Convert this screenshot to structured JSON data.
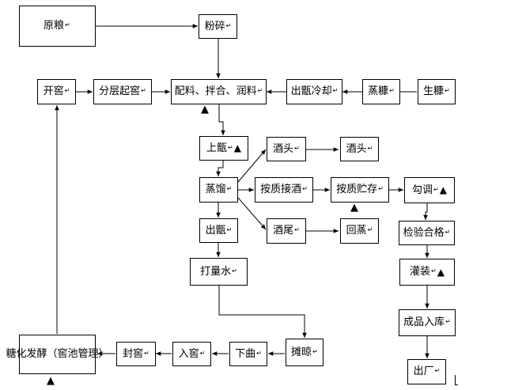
{
  "nodes": {
    "raw_grain": "原粮",
    "crush": "粉碎",
    "open_pit": "开窖",
    "layered_dig": "分层起窖",
    "mix": "配料、拌合、润料",
    "cool_out": "出甑冷却",
    "steam_bran": "蒸糠",
    "raw_bran": "生糠",
    "load_still": "上甑",
    "head_1": "酒头",
    "head_2": "酒头",
    "distill": "蒸馏",
    "grade_collect": "按质接酒",
    "grade_store": "按质贮存",
    "blend": "勾调",
    "tail": "酒尾",
    "re_steam": "回蒸",
    "unload_still": "出甑",
    "inspect": "检验合格",
    "add_water": "打量水",
    "bottling": "灌装",
    "warehouse": "成品入库",
    "spread_cool": "摊晾",
    "add_qu": "下曲",
    "into_pit": "入窖",
    "seal_pit": "封窖",
    "ferment_line1": "糖化发酵",
    "ferment_line2": "（窖池管理）",
    "ship": "出厂"
  },
  "markers": {
    "triangle": "▲"
  }
}
